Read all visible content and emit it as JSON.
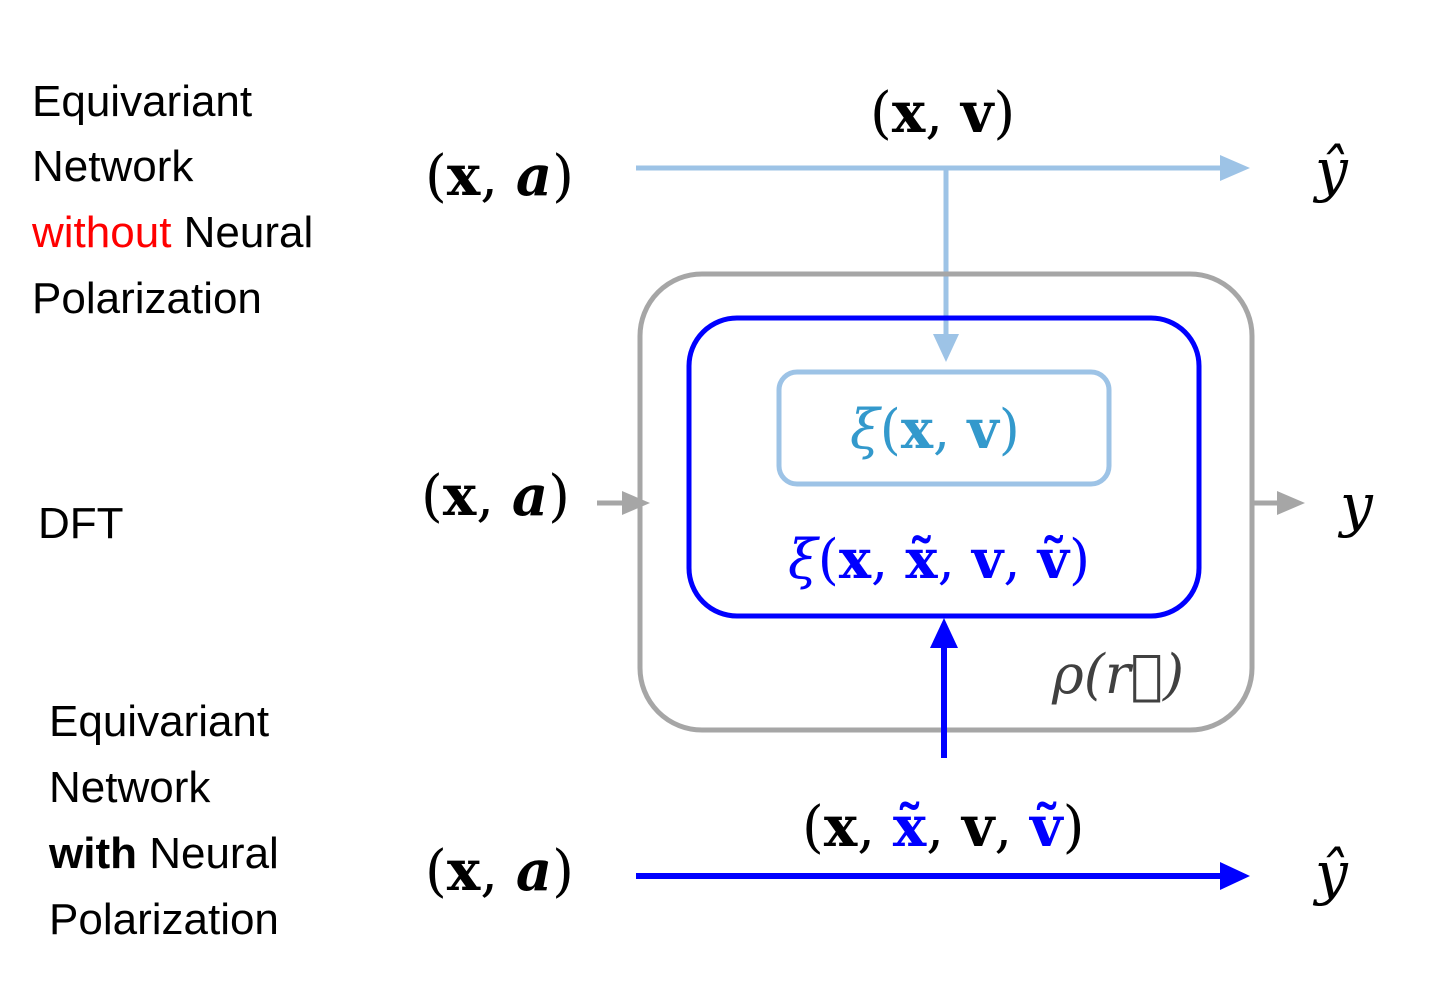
{
  "labels": {
    "top": {
      "line1": "Equivariant",
      "line2": "Network",
      "line3_red": "without",
      "line3_rest": " Neural",
      "line4": "Polarization"
    },
    "middle": "DFT",
    "bottom": {
      "line1": "Equivariant",
      "line2": "Network",
      "line3_bold": "with",
      "line3_rest": " Neural",
      "line4": "Polarization"
    }
  },
  "inputs": {
    "open": "(",
    "x": "x",
    "comma": ", ",
    "a": "a",
    "close": ")"
  },
  "outputs": {
    "top": "ŷ",
    "middle": "y",
    "bottom": "ŷ"
  },
  "top_edge": {
    "open": "(",
    "x": "x",
    "comma": ", ",
    "v": "v",
    "close": ")"
  },
  "bottom_edge": {
    "open": "(",
    "x": "x",
    "c1": ", ",
    "xt": "x̃",
    "c2": ", ",
    "v": "v",
    "c3": ", ",
    "vt": "ṽ",
    "close": ")"
  },
  "boxes": {
    "outer_label": "ρ(r⃗)",
    "light_formula": {
      "xi": "ξ",
      "open": "(",
      "x": "x",
      "comma": ", ",
      "v": "v",
      "close": ")"
    },
    "blue_formula": {
      "xi": "ξ",
      "open": "(",
      "x": "x",
      "c1": ", ",
      "xt": "x̃",
      "c2": ", ",
      "v": "v",
      "c3": ", ",
      "vt": "ṽ",
      "close": ")"
    }
  },
  "colors": {
    "text": "#000000",
    "red": "#ff0000",
    "light_blue": "#9dc3e6",
    "formula_light_blue": "#3399cc",
    "blue": "#0000ff",
    "gray": "#a6a6a6",
    "gray_text": "#404040"
  }
}
